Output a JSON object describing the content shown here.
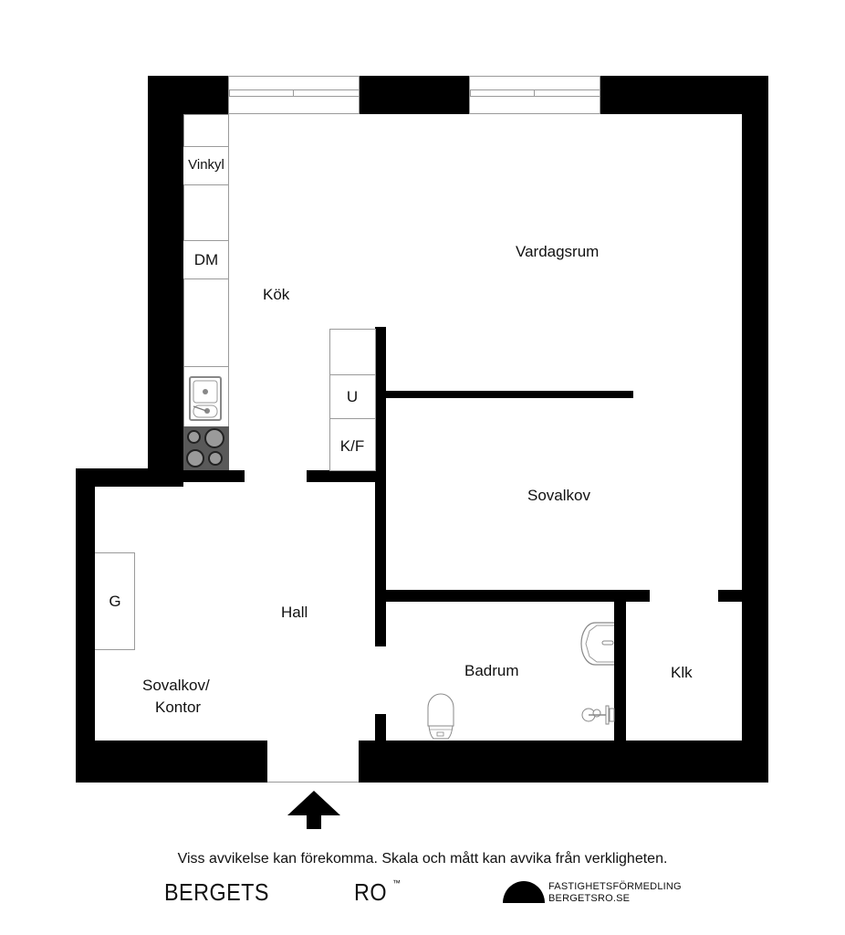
{
  "floorplan": {
    "rooms": {
      "vardagsrum": "Vardagsrum",
      "kok": "Kök",
      "sovalkov": "Sovalkov",
      "hall": "Hall",
      "sovalkov_kontor_line1": "Sovalkov/",
      "sovalkov_kontor_line2": "Kontor",
      "badrum": "Badrum",
      "klk": "Klk"
    },
    "fixtures": {
      "vinkyl": "Vinkyl",
      "dm": "DM",
      "u": "U",
      "kf": "K/F",
      "g": "G"
    },
    "icons": [
      "entrance-arrow-icon",
      "sink-icon",
      "stove-icon",
      "washbasin-icon",
      "toilet-icon",
      "shower-mixer-icon",
      "window-icon",
      "logo-dome-icon"
    ],
    "colors": {
      "wall": "#000000",
      "fixture_border": "#9a9a9a",
      "stove": "#595959"
    }
  },
  "footer": {
    "disclaimer": "Viss avvikelse kan förekomma. Skala och mått kan avvika från verkligheten.",
    "brand_left": "BERGETS",
    "brand_right": "RO",
    "brand_tm": "™",
    "agency_line1": "FASTIGHETSFÖRMEDLING",
    "agency_line2": "BERGETSRO.SE"
  }
}
